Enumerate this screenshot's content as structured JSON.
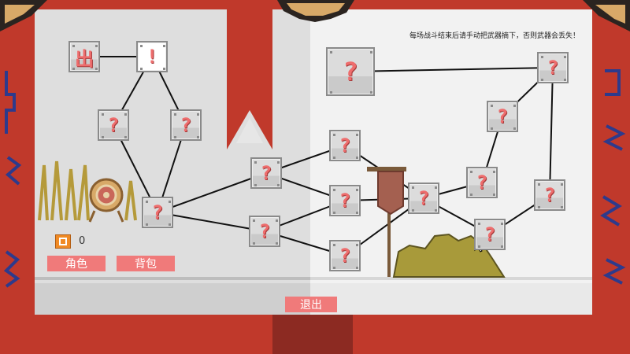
{
  "notice": "每场战斗结束后请手动把武器摘下，否则武器会丢失！",
  "currency": {
    "icon": "coin-icon",
    "count": "0"
  },
  "buttons": {
    "character": "角色",
    "bag": "背包",
    "exit": "退出"
  },
  "colors": {
    "frame": "#c0392b",
    "frame_pattern": "#2d3a8c",
    "page_left": "#dedede",
    "page_right": "#f2f2f2",
    "node_glyph": "#ee6d6d",
    "button": "#f07a7a",
    "coin": "#f08a24"
  },
  "map_nodes": [
    {
      "id": "n-start",
      "symbol": "出",
      "icon": "start-icon"
    },
    {
      "id": "n-top",
      "symbol": "!",
      "icon": "alert-icon"
    },
    {
      "id": "n-l1",
      "symbol": "?"
    },
    {
      "id": "n-l2",
      "symbol": "?"
    },
    {
      "id": "n-l3",
      "symbol": "?"
    },
    {
      "id": "n-m1",
      "symbol": "?"
    },
    {
      "id": "n-m2",
      "symbol": "?"
    },
    {
      "id": "n-r1",
      "symbol": "?"
    },
    {
      "id": "n-r2",
      "symbol": "?"
    },
    {
      "id": "n-r3",
      "symbol": "?"
    },
    {
      "id": "n-r4",
      "symbol": "?"
    },
    {
      "id": "n-big",
      "symbol": "?"
    },
    {
      "id": "n-r5",
      "symbol": "?"
    },
    {
      "id": "n-r6",
      "symbol": "?"
    },
    {
      "id": "n-r7",
      "symbol": "?"
    },
    {
      "id": "n-r8",
      "symbol": "?"
    },
    {
      "id": "n-r9",
      "symbol": "?"
    }
  ]
}
